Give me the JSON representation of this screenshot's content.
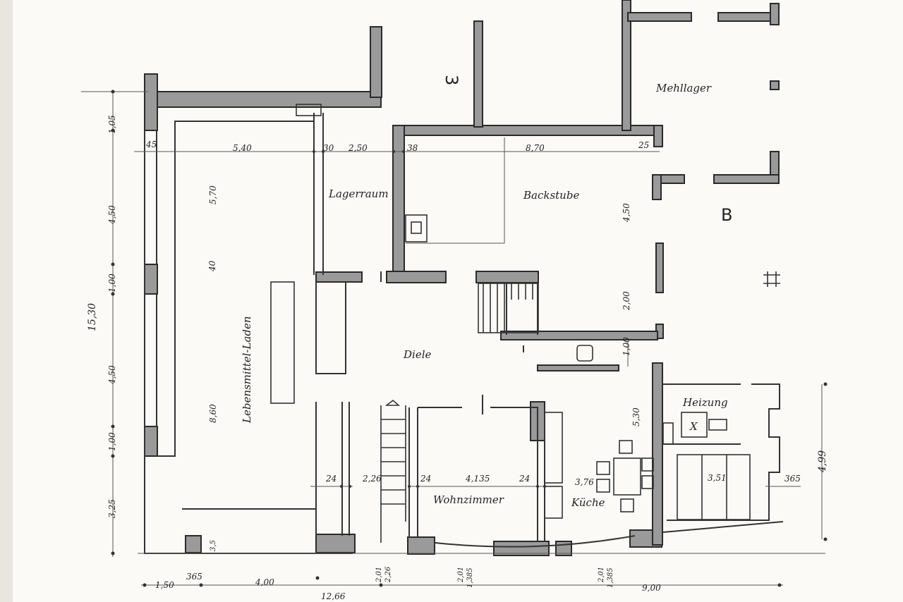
{
  "rooms": {
    "lebensmittel_laden": "Lebensmittel-Laden",
    "lagerraum": "Lagerraum",
    "backstube": "Backstube",
    "mehllager": "Mehllager",
    "diele": "Diele",
    "wohnzimmer": "Wohnzimmer",
    "kueche": "Küche",
    "heizung": "Heizung"
  },
  "markers": {
    "b": "B",
    "three": "3",
    "boiler": "X"
  },
  "dimensions": {
    "top": [
      "45",
      "5,40",
      "30",
      "2,50",
      "38",
      "8,70",
      "25"
    ],
    "left": [
      "1,05",
      "4,50",
      "1,00",
      "4,50",
      "1,00",
      "3,25",
      "15,30"
    ],
    "interior": [
      "5,70",
      "40",
      "8,60",
      "4,50",
      "2,00",
      "1,00",
      "5,30",
      "3,51",
      "365",
      "4,99"
    ],
    "row_bottom": [
      "24",
      "2,26",
      "24",
      "4,135",
      "24",
      "3,76"
    ],
    "bottom": [
      "1,50",
      "365",
      "4,00",
      "2,01",
      "2,26",
      "2,01",
      "1,385",
      "2,01",
      "1,385",
      "9,00",
      "12,66"
    ],
    "small": [
      "3,5"
    ]
  },
  "colors": {
    "wall_fill": "#9a9a9a",
    "ink": "#222222",
    "paper": "#fbfaf7"
  }
}
